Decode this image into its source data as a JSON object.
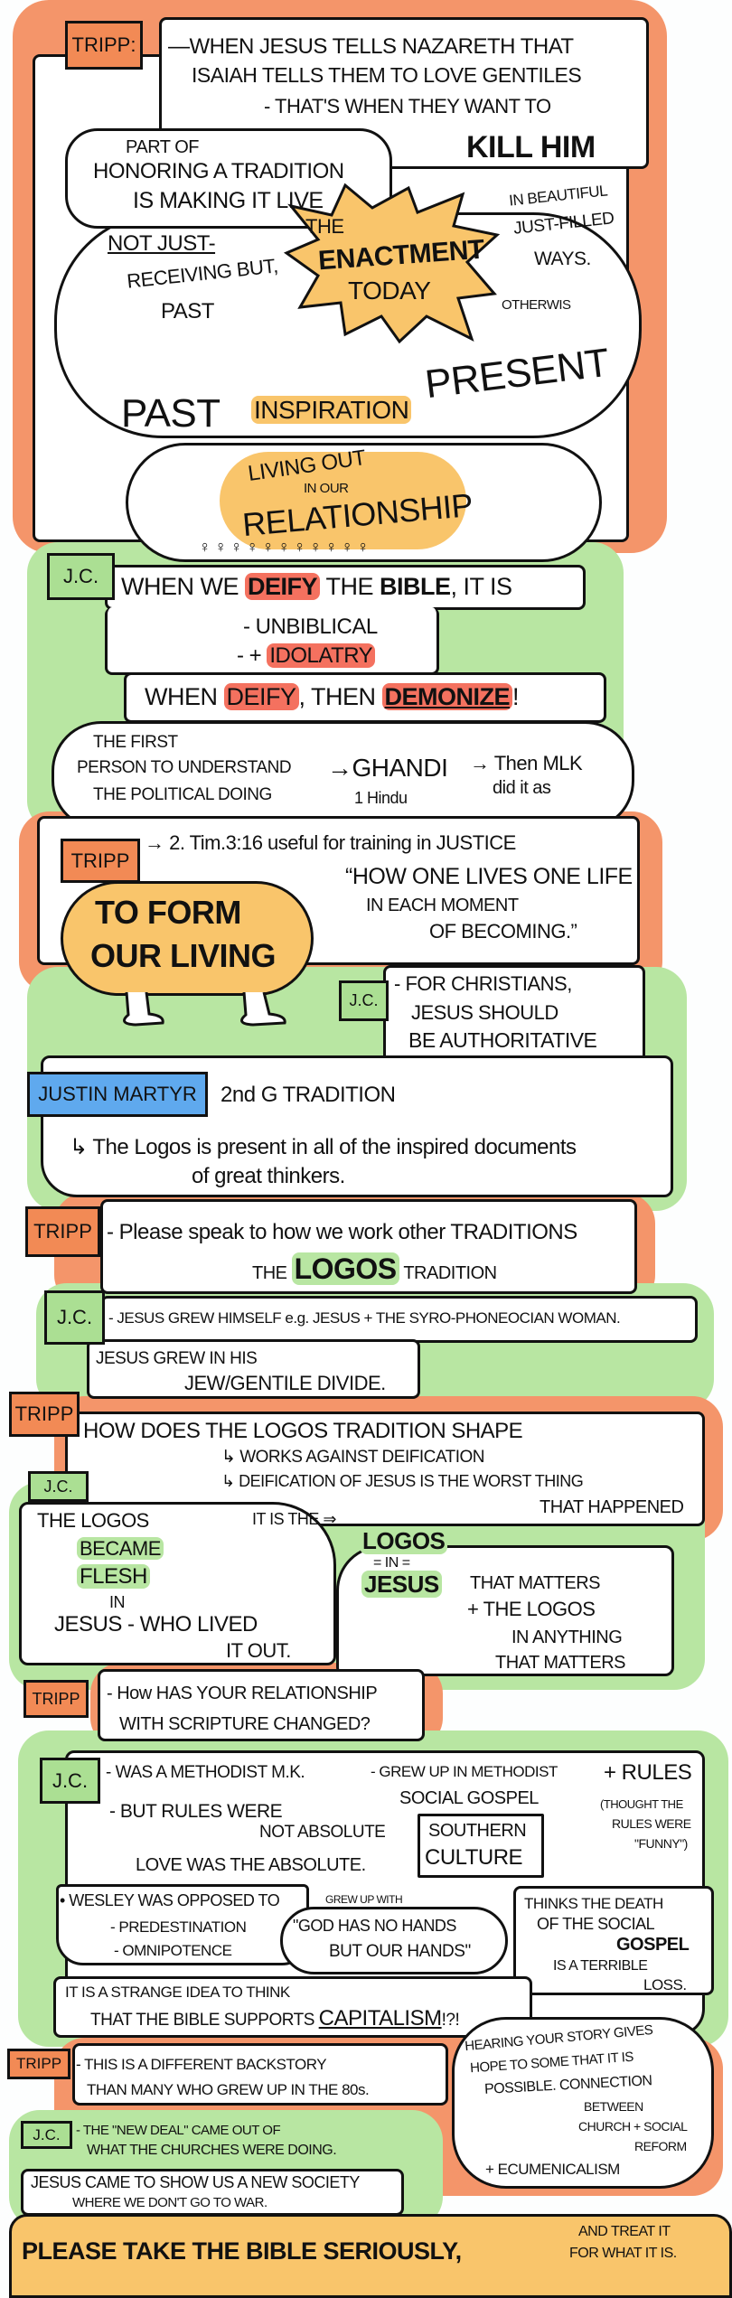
{
  "colors": {
    "orange": "#f4956a",
    "green": "#b8e6a2",
    "yellow": "#f9c56b",
    "red_highlight": "#f4715f",
    "blue_tag": "#5fa9ee",
    "ink": "#111111"
  },
  "s1": {
    "tag": "TRIPP:",
    "lines": [
      "—WHEN JESUS TELLS NAZARETH THAT",
      "ISAIAH TELLS THEM TO LOVE GENTILES",
      "- THAT'S WHEN THEY WANT TO"
    ],
    "kill": "KILL HIM",
    "honor": [
      "PART OF",
      "HONORING A TRADITION",
      "IS MAKING IT LIVE"
    ],
    "not_just": [
      "NOT JUST-",
      "RECEIVING BUT,",
      "PAST"
    ],
    "enactment": [
      "THE",
      "ENACTMENT",
      "TODAY"
    ],
    "beautiful": [
      "IN BEAUTIFUL",
      "JUST-FILLED",
      "WAYS."
    ],
    "otherwis": "OTHERWIS",
    "past": "PAST",
    "inspiration": "INSPIRATION",
    "present": "PRESENT",
    "living": [
      "LIVING OUT",
      "IN OUR",
      "RELATIONSHIP"
    ]
  },
  "s2": {
    "tag": "J.C.",
    "deify_line": [
      "WHEN WE ",
      "DEIFY",
      " THE ",
      "BIBLE",
      ", IT IS"
    ],
    "unbiblical": "- UNBIBLICAL",
    "idolatry": [
      "- + ",
      "IDOLATRY"
    ],
    "demonize_line": [
      "WHEN ",
      "DEIFY",
      ", THEN ",
      "DEMONIZE",
      "!"
    ],
    "first": [
      "THE FIRST",
      "PERSON TO UNDERSTAND",
      "THE POLITICAL DOING"
    ],
    "ghandi": "→GHANDI",
    "hindu": "1 Hindu",
    "mlk": [
      "→ Then MLK",
      "did it as"
    ]
  },
  "s3": {
    "tag": "TRIPP",
    "tim": "→ 2. Tim.3:16 useful for training in JUSTICE",
    "quote": [
      "“HOW ONE LIVES ONE LIFE",
      "IN EACH MOMENT",
      "OF BECOMING.”"
    ],
    "form": [
      "TO FORM",
      "OUR LIVING"
    ]
  },
  "s4": {
    "tag": "J.C.",
    "lines": [
      "- FOR CHRISTIANS,",
      "JESUS SHOULD",
      "BE AUTHORITATIVE"
    ]
  },
  "s5": {
    "tag": "JUSTIN MARTYR",
    "tradition": "2nd G TRADITION",
    "logos": [
      "↳ The Logos is present in all of the inspired documents",
      "of great thinkers."
    ]
  },
  "s6": {
    "tag": "TRIPP",
    "line": "- Please speak to how we work other TRADITIONS",
    "logos_tradition": [
      "THE ",
      "LOGOS",
      " TRADITION"
    ]
  },
  "s7": {
    "tag": "J.C.",
    "line": "- JESUS GREW HIMSELF e.g. JESUS + THE SYRO-PHONEOCIAN WOMAN.",
    "grew": [
      "JESUS GREW IN HIS",
      "JEW/GENTILE DIVIDE."
    ]
  },
  "s8": {
    "tag": "TRIPP",
    "question": "HOW DOES THE LOGOS TRADITION SHAPE",
    "points": [
      "↳ WORKS AGAINST DEIFICATION",
      "↳ DEIFICATION OF JESUS IS THE WORST THING",
      "THAT HAPPENED"
    ]
  },
  "s9": {
    "tag": "J.C.",
    "left": [
      "THE LOGOS",
      "BECAME",
      "FLESH",
      "IN",
      "JESUS - WHO LIVED",
      "IT OUT."
    ],
    "right": [
      "IT IS THE ⇒",
      "LOGOS",
      "= IN =",
      "JESUS",
      "THAT MATTERS",
      "+ THE LOGOS",
      "IN ANYTHING",
      "THAT MATTERS"
    ]
  },
  "s10": {
    "tag": "TRIPP",
    "lines": [
      "- How HAS YOUR RELATIONSHIP",
      "WITH SCRIPTURE CHANGED?"
    ]
  },
  "s11": {
    "tag": "J.C.",
    "mk": "- WAS A METHODIST M.K.",
    "grew": [
      "- GREW UP IN METHODIST",
      "SOCIAL GOSPEL"
    ],
    "rules": "+ RULES",
    "funny": [
      "(THOUGHT THE",
      "RULES WERE",
      "\"FUNNY\")"
    ],
    "but": [
      "- BUT RULES WERE",
      "NOT ABSOLUTE"
    ],
    "love": "LOVE WAS THE ABSOLUTE.",
    "southern": [
      "SOUTHERN",
      "CULTURE"
    ],
    "wesley": [
      "• WESLEY WAS OPPOSED TO",
      "- PREDESTINATION",
      "- OMNIPOTENCE"
    ],
    "grew_with": "GREW UP WITH",
    "hands": [
      "\"GOD HAS NO HANDS",
      "BUT OUR HANDS\""
    ],
    "death": [
      "THINKS THE DEATH",
      "OF THE SOCIAL",
      "GOSPEL",
      "IS A TERRIBLE",
      "LOSS."
    ],
    "capitalism": [
      "IT IS A STRANGE IDEA TO THINK",
      "THAT THE BIBLE SUPPORTS ",
      "CAPITALISM",
      "!?!"
    ]
  },
  "s12": {
    "tag": "TRIPP",
    "lines": [
      "- THIS IS A DIFFERENT BACKSTORY",
      "THAN MANY WHO GREW UP IN THE 80s."
    ],
    "hope": [
      "HEARING YOUR STORY GIVES",
      "HOPE TO SOME THAT IT IS",
      "POSSIBLE. CONNECTION",
      "BETWEEN",
      "CHURCH + SOCIAL",
      "REFORM",
      "+ ECUMENICALISM"
    ]
  },
  "s13": {
    "tag": "J.C.",
    "new_deal": [
      "- THE \"NEW DEAL\" CAME OUT OF",
      "WHAT THE CHURCHES WERE DOING."
    ],
    "society": [
      "JESUS CAME TO SHOW US A NEW SOCIETY",
      "WHERE WE DON'T GO TO WAR."
    ]
  },
  "banner": {
    "main": "PLEASE TAKE THE BIBLE SERIOUSLY,",
    "side": [
      "AND TREAT IT",
      "FOR WHAT IT IS."
    ]
  }
}
